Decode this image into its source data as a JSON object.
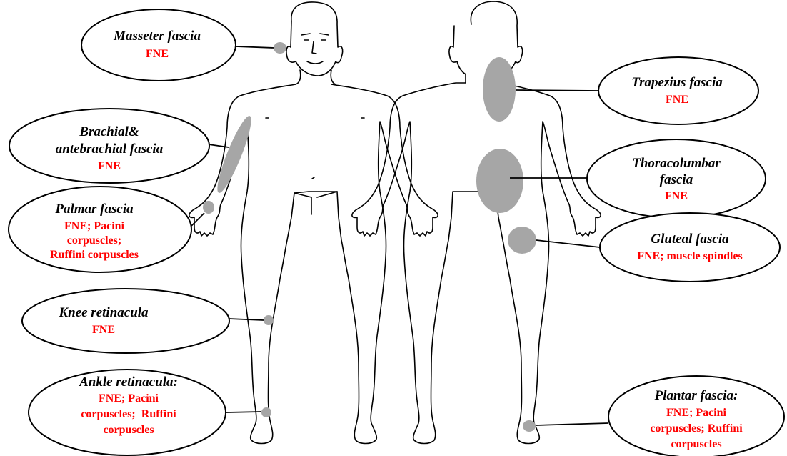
{
  "diagram": {
    "colors": {
      "receptor_text": "#ff0000",
      "name_text": "#000000",
      "marker_fill": "#a6a6a6",
      "outline": "#000000"
    },
    "figures": [
      {
        "id": "front",
        "view": "anterior body outline"
      },
      {
        "id": "back",
        "view": "posterior body outline"
      }
    ],
    "labels": [
      {
        "id": "masseter",
        "name_lines": [
          "Masseter fascia"
        ],
        "receptor_lines": [
          "FNE"
        ]
      },
      {
        "id": "brachial",
        "name_lines": [
          "Brachial&",
          "antebrachial fascia"
        ],
        "receptor_lines": [
          "FNE"
        ]
      },
      {
        "id": "palmar",
        "name_lines": [
          "Palmar fascia"
        ],
        "receptor_lines": [
          "FNE; Pacini",
          "corpuscles;",
          "Ruffini corpuscles"
        ]
      },
      {
        "id": "knee",
        "name_lines": [
          "Knee retinacula"
        ],
        "receptor_lines": [
          "FNE"
        ]
      },
      {
        "id": "ankle",
        "name_lines": [
          "Ankle retinacula:"
        ],
        "receptor_lines": [
          "FNE; Pacini",
          "corpuscles;  Ruffini",
          "corpuscles"
        ]
      },
      {
        "id": "trapezius",
        "name_lines": [
          "Trapezius fascia"
        ],
        "receptor_lines": [
          "FNE"
        ]
      },
      {
        "id": "thoracolumbar",
        "name_lines": [
          "Thoracolumbar",
          "fascia"
        ],
        "receptor_lines": [
          "FNE"
        ]
      },
      {
        "id": "gluteal",
        "name_lines": [
          "Gluteal fascia"
        ],
        "receptor_lines": [
          "FNE; muscle spindles"
        ]
      },
      {
        "id": "plantar",
        "name_lines": [
          "Plantar fascia:"
        ],
        "receptor_lines": [
          "FNE; Pacini",
          "corpuscles; Ruffini",
          "corpuscles"
        ]
      }
    ]
  }
}
